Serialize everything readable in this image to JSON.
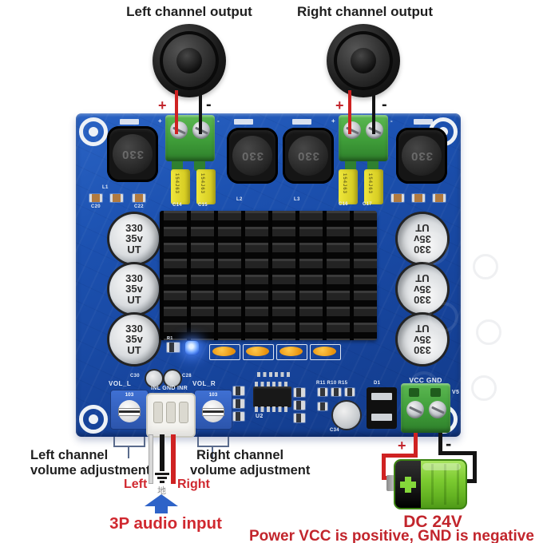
{
  "marks": {
    "plus": "+",
    "minus": "-"
  },
  "top": {
    "left_label": "Left channel output",
    "right_label": "Right channel output"
  },
  "board": {
    "inductor_value": "330",
    "film_cap_value": "154J63",
    "ecap_lines": [
      "330",
      "35v",
      "UT"
    ],
    "pot_value": "103",
    "silkscreen": {
      "l1": "L1",
      "l2": "L2",
      "l3": "L3",
      "c14": "C14",
      "c15": "C15",
      "c16": "C16",
      "c17": "C17",
      "c20": "C20",
      "c22": "C22",
      "c30": "C30",
      "c28": "C28",
      "vol_l": "VOL_L",
      "vol_r": "VOL_R",
      "input_row": "INL GND INR",
      "vcc_gnd": "VCC GND",
      "u2": "U2",
      "c34": "C34",
      "d1": "D1",
      "r1": "R1",
      "r_cluster": "R11 R10 R15",
      "v5": "V5"
    }
  },
  "bottom": {
    "left_vol": [
      "Left channel",
      "volume adjustment"
    ],
    "right_vol": [
      "Right channel",
      "volume adjustment"
    ],
    "left_wire": "Left",
    "right_wire": "Right",
    "ground_char": "地",
    "audio_input": "3P audio input",
    "dc_label": "DC 24V",
    "power_note": "Power VCC is positive, GND is negative"
  },
  "colors": {
    "pcb_blue": "#1c51b0",
    "terminal_green": "#3f9d39",
    "battery_green": "#7dcb31",
    "annotation_red": "#c2252c",
    "wire_red": "#cf2222",
    "wire_black": "#141414",
    "wire_white": "#d8d8d8",
    "cap_yellow": "#e3da2c",
    "led_blue": "#4d86ff"
  }
}
